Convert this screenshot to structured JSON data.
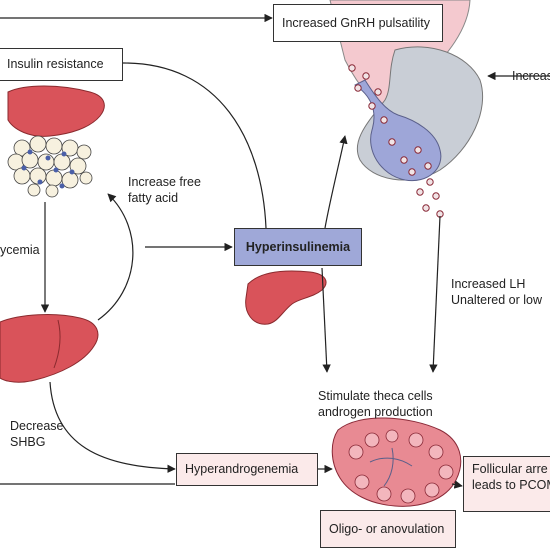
{
  "labels": {
    "gnrh": "Increased GnRH pulsatility",
    "insulin_resistance": "Insulin resistance",
    "increase_right": "Increase",
    "ffa_line1": "Increase free",
    "ffa_line2": "fatty acid",
    "glycemia": "ycemia",
    "hyperinsulinemia": "Hyperinsulinemia",
    "lh_line1": "Increased LH",
    "lh_line2": "Unaltered or low",
    "theca_line1": "Stimulate theca cells",
    "theca_line2": "androgen production",
    "shbg_line1": "Decrease",
    "shbg_line2": "SHBG",
    "hyperandrogenemia": "Hyperandrogenemia",
    "follicular_line1": "Follicular arre",
    "follicular_line2": "leads to PCOM",
    "oligo": "Oligo- or anovulation"
  },
  "colors": {
    "box_pink": "#fbeaea",
    "box_blue": "#9fa8d8",
    "organ_red": "#d9535a",
    "ovary_pink": "#e88a93",
    "pituitary_blue": "#9ea6d8",
    "pituitary_grey": "#c9ced6"
  }
}
